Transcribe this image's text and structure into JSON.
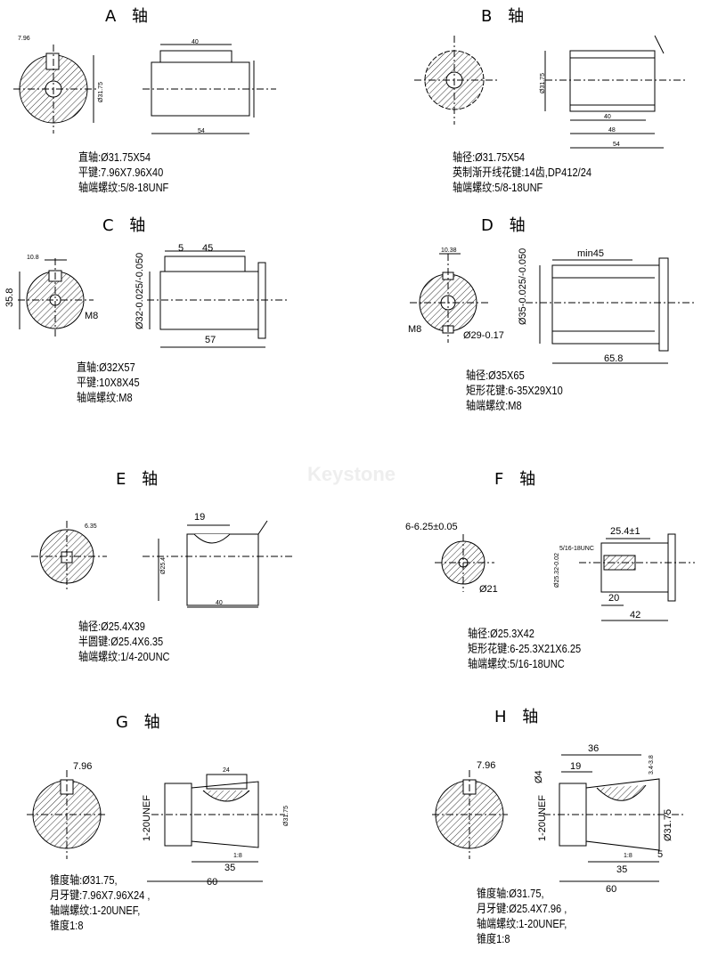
{
  "watermark": "Keystone",
  "panels": {
    "A": {
      "title": "A 轴",
      "specs": [
        "直轴:Ø31.75X54",
        "平键:7.96X7.96X40",
        "轴端螺纹:5/8-18UNF"
      ],
      "dims": [
        "7.96",
        "40",
        "54",
        "Ø31.75"
      ]
    },
    "B": {
      "title": "B 轴",
      "specs": [
        "轴径:Ø31.75X54",
        "英制渐开线花键:14齿,DP412/24",
        "轴端螺纹:5/8-18UNF"
      ],
      "dims": [
        "40",
        "48",
        "54",
        "Ø31.75"
      ]
    },
    "C": {
      "title": "C 轴",
      "specs": [
        "直轴:Ø32X57",
        "平键:10X8X45",
        "轴端螺纹:M8"
      ],
      "dims": [
        "10.8",
        "5",
        "45",
        "57",
        "35.8",
        "M8",
        "Ø32-0.025/-0.050"
      ]
    },
    "D": {
      "title": "D 轴",
      "specs": [
        "轴径:Ø35X65",
        "矩形花键:6-35X29X10",
        "轴端螺纹:M8"
      ],
      "dims": [
        "10.38",
        "min45",
        "M8",
        "Ø29-0.17",
        "Ø35-0.025/-0.050",
        "65.8"
      ]
    },
    "E": {
      "title": "E 轴",
      "specs": [
        "轴径:Ø25.4X39",
        "半圆键:Ø25.4X6.35",
        "轴端螺纹:1/4-20UNC"
      ],
      "dims": [
        "19",
        "40",
        "6.35",
        "Ø25.4"
      ]
    },
    "F": {
      "title": "F 轴",
      "specs": [
        "轴径:Ø25.3X42",
        "矩形花键:6-25.3X21X6.25",
        "轴端螺纹:5/16-18UNC"
      ],
      "dims": [
        "6-6.25±0.05",
        "25.4±1",
        "5/16-18UNC",
        "Ø21",
        "20",
        "42",
        "Ø25.32-0.02"
      ]
    },
    "G": {
      "title": "G 轴",
      "specs": [
        "锥度轴:Ø31.75,",
        "月牙键:7.96X7.96X24 ,",
        "轴端螺纹:1-20UNEF,",
        "锥度1:8"
      ],
      "dims": [
        "7.96",
        "24",
        "1-20UNEF",
        "35",
        "1:8",
        "60",
        "Ø31.75"
      ]
    },
    "H": {
      "title": "H 轴",
      "specs": [
        "锥度轴:Ø31.75,",
        "月牙键:Ø25.4X7.96 ,",
        "轴端螺纹:1-20UNEF,",
        "锥度1:8"
      ],
      "dims": [
        "7.96",
        "36",
        "19",
        "Ø4",
        "3.4-3.8",
        "1-20UNEF",
        "Ø31.75",
        "1:8",
        "35",
        "5",
        "60"
      ]
    }
  }
}
